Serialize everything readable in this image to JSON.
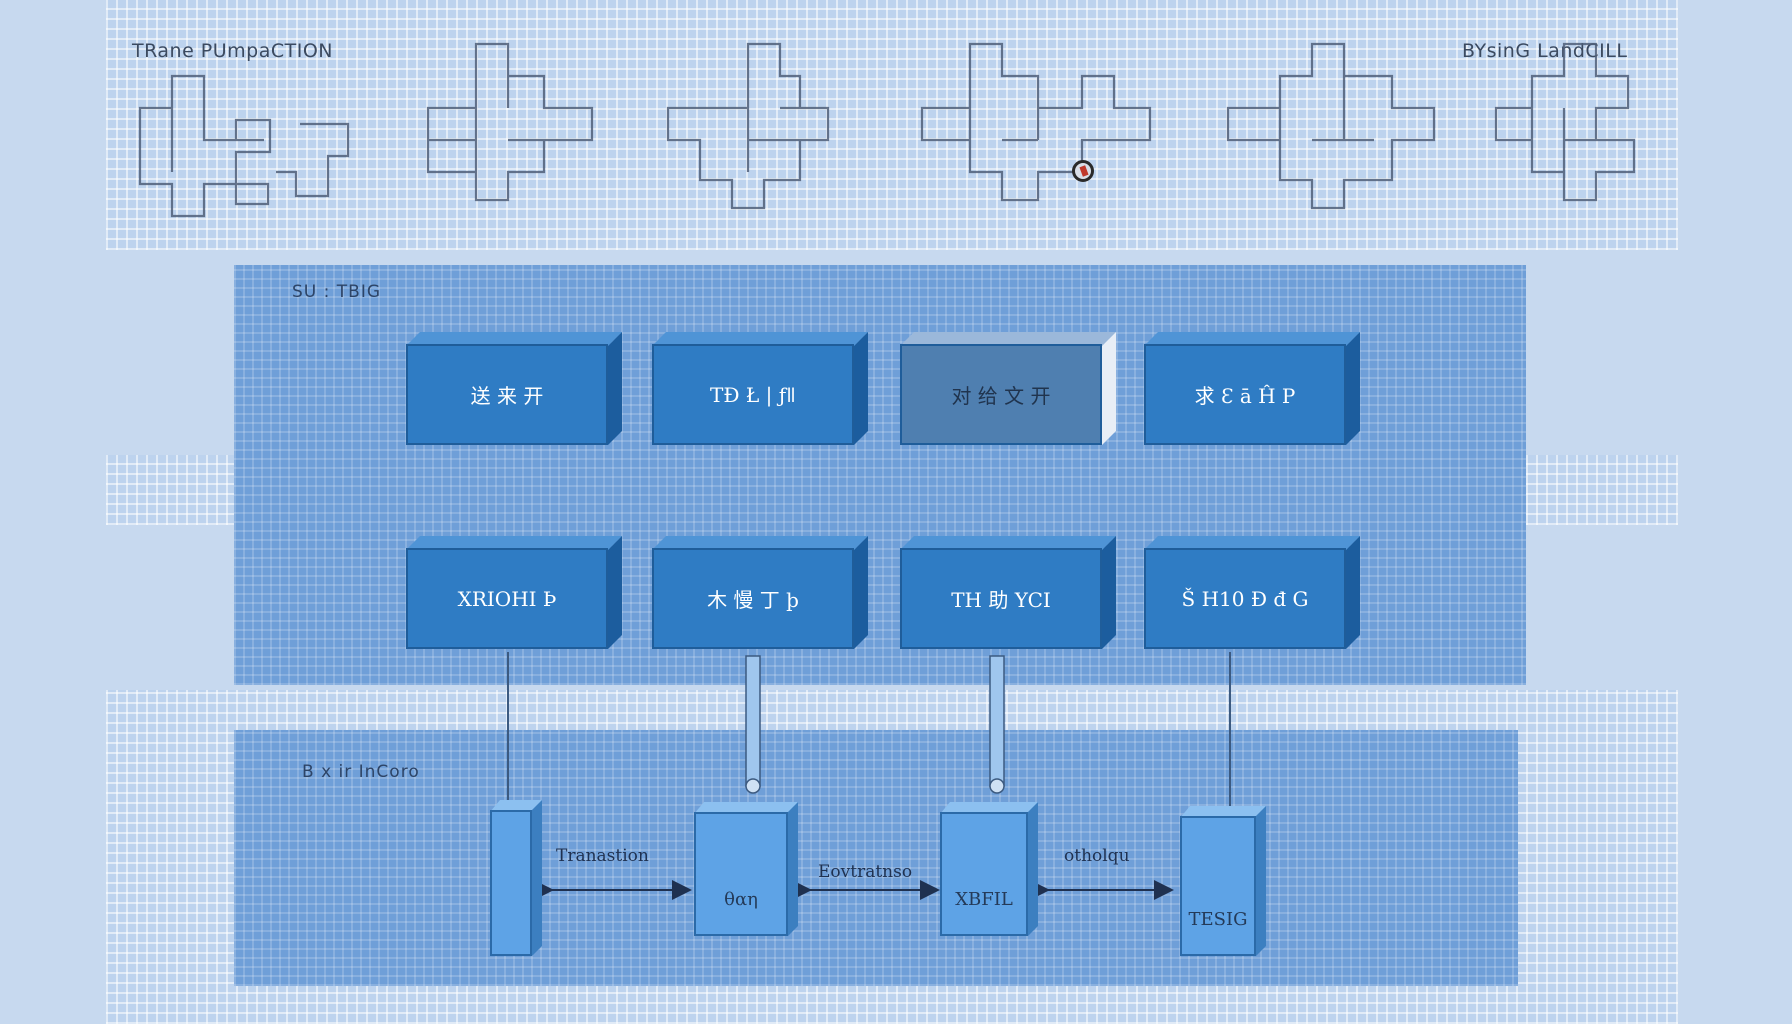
{
  "header": {
    "left_title": "TRane PUmpaCTION",
    "right_title": "BYsinG LandCILL"
  },
  "top_section": {
    "title": "SU : TBIG",
    "blocks": [
      "送 来 开",
      "TĐ Ł | ƒǁ",
      "对 给 文 开",
      "求 Ɛ ā Ĥ P"
    ],
    "blocks_row2": [
      "XRIOHI Þ",
      "木 慢 丁 þ",
      "TH 助 YCI",
      "Š H10 Ð đ G"
    ]
  },
  "bottom_section": {
    "title": "B x ir  InCoro",
    "boxes": [
      "",
      "θαη",
      "XBFIL",
      "TESIG"
    ],
    "arrows": [
      {
        "label": "Tranastion"
      },
      {
        "label": "Eovtratnso"
      },
      {
        "label": "otholqu"
      }
    ]
  },
  "colors": {
    "block_fill": "#2f7cc4",
    "panel_fill": "#6f9fd8",
    "background": "#c7d9ef"
  }
}
